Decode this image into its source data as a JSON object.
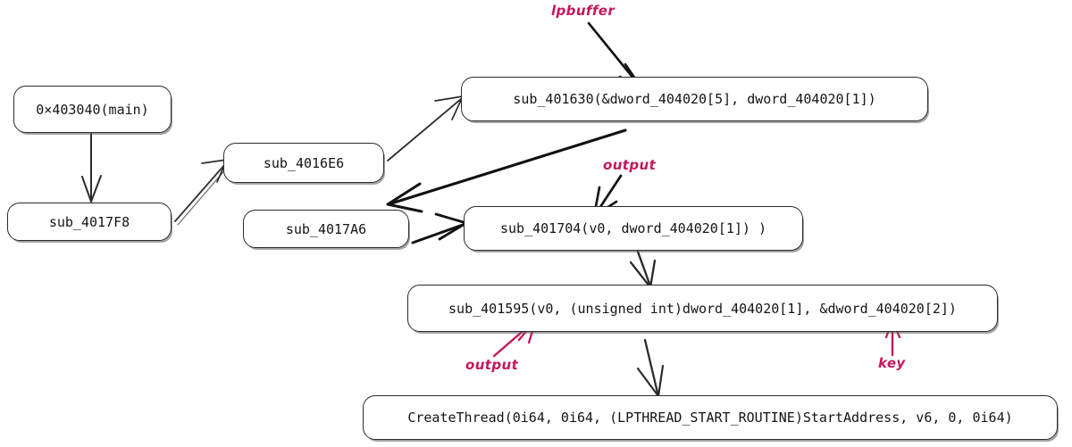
{
  "diagram": {
    "title": "call-flow-diagram",
    "accent_color": "#c2185b",
    "stroke_color": "#2b2b2b",
    "background_color": "#ffffff",
    "nodes": [
      {
        "id": "main",
        "label": "0×403040(main)"
      },
      {
        "id": "sub_4017F8",
        "label": "sub_4017F8"
      },
      {
        "id": "sub_4016E6",
        "label": "sub_4016E6"
      },
      {
        "id": "sub_4017A6",
        "label": "sub_4017A6"
      },
      {
        "id": "sub_401630",
        "label": "sub_401630(&dword_404020[5], dword_404020[1])"
      },
      {
        "id": "sub_401704",
        "label": "sub_401704(v0, dword_404020[1]) )"
      },
      {
        "id": "sub_401595",
        "label": "sub_401595(v0, (unsigned int)dword_404020[1], &dword_404020[2])"
      },
      {
        "id": "createthread",
        "label": "CreateThread(0i64, 0i64, (LPTHREAD_START_ROUTINE)StartAddress, v6, 0, 0i64)"
      }
    ],
    "annotations": [
      {
        "id": "lpbuffer",
        "label": "lpbuffer"
      },
      {
        "id": "output-top",
        "label": "output"
      },
      {
        "id": "output-bottom",
        "label": "output"
      },
      {
        "id": "key",
        "label": "key"
      }
    ],
    "edges": [
      {
        "from": "main",
        "to": "sub_4017F8"
      },
      {
        "from": "sub_4017F8",
        "to": "sub_4016E6"
      },
      {
        "from": "sub_4016E6",
        "to": "sub_401630"
      },
      {
        "from": "sub_401630",
        "to": "sub_4017A6"
      },
      {
        "from": "sub_4017A6",
        "to": "sub_401704"
      },
      {
        "from": "sub_401704",
        "to": "sub_401595"
      },
      {
        "from": "sub_401595",
        "to": "createthread"
      }
    ]
  }
}
